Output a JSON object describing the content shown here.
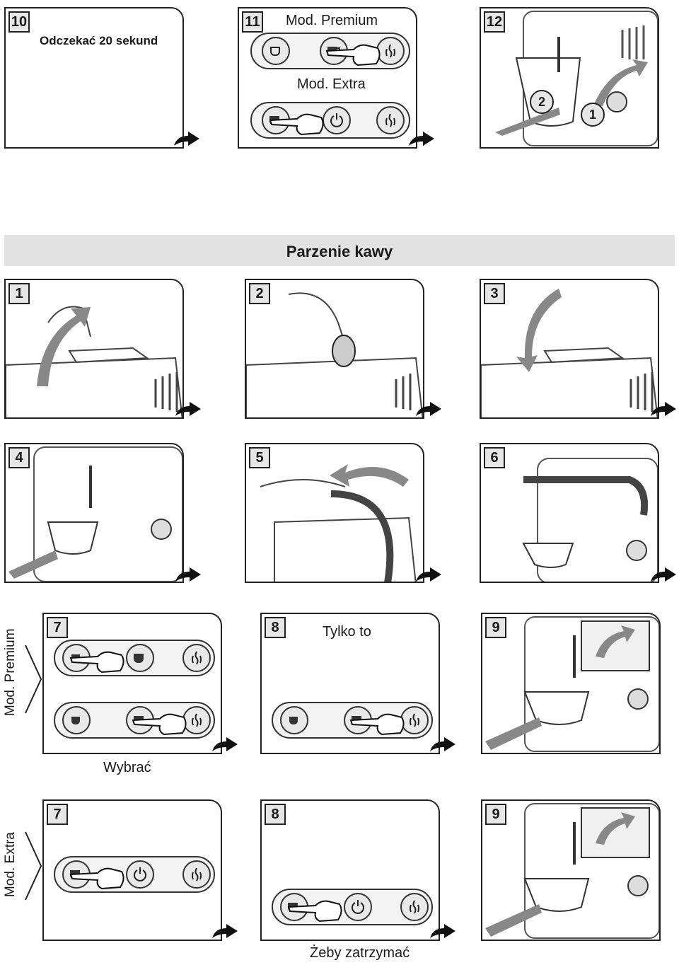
{
  "top_row": {
    "step10": {
      "number": "10",
      "text": "Odczekać 20 sekund"
    },
    "step11": {
      "number": "11",
      "label_premium": "Mod. Premium",
      "label_extra": "Mod. Extra"
    },
    "step12": {
      "number": "12",
      "callout_1": "1",
      "callout_2": "2"
    }
  },
  "section": {
    "title": "Parzenie kawy"
  },
  "steps": [
    {
      "number": "1"
    },
    {
      "number": "2"
    },
    {
      "number": "3"
    },
    {
      "number": "4"
    },
    {
      "number": "5"
    },
    {
      "number": "6"
    }
  ],
  "premium": {
    "side_label": "Mod. Premium",
    "step7": {
      "number": "7",
      "caption": "Wybrać"
    },
    "step8": {
      "number": "8",
      "caption": "Tylko to"
    },
    "step9": {
      "number": "9"
    }
  },
  "extra": {
    "side_label": "Mod. Extra",
    "step7": {
      "number": "7"
    },
    "step8": {
      "number": "8",
      "caption": "Żeby zatrzymać"
    },
    "step9": {
      "number": "9"
    }
  },
  "icons": [
    "cup-icon",
    "cup-large-icon",
    "steam-icon",
    "power-icon",
    "hand-pointer-icon",
    "next-arrow-icon"
  ]
}
